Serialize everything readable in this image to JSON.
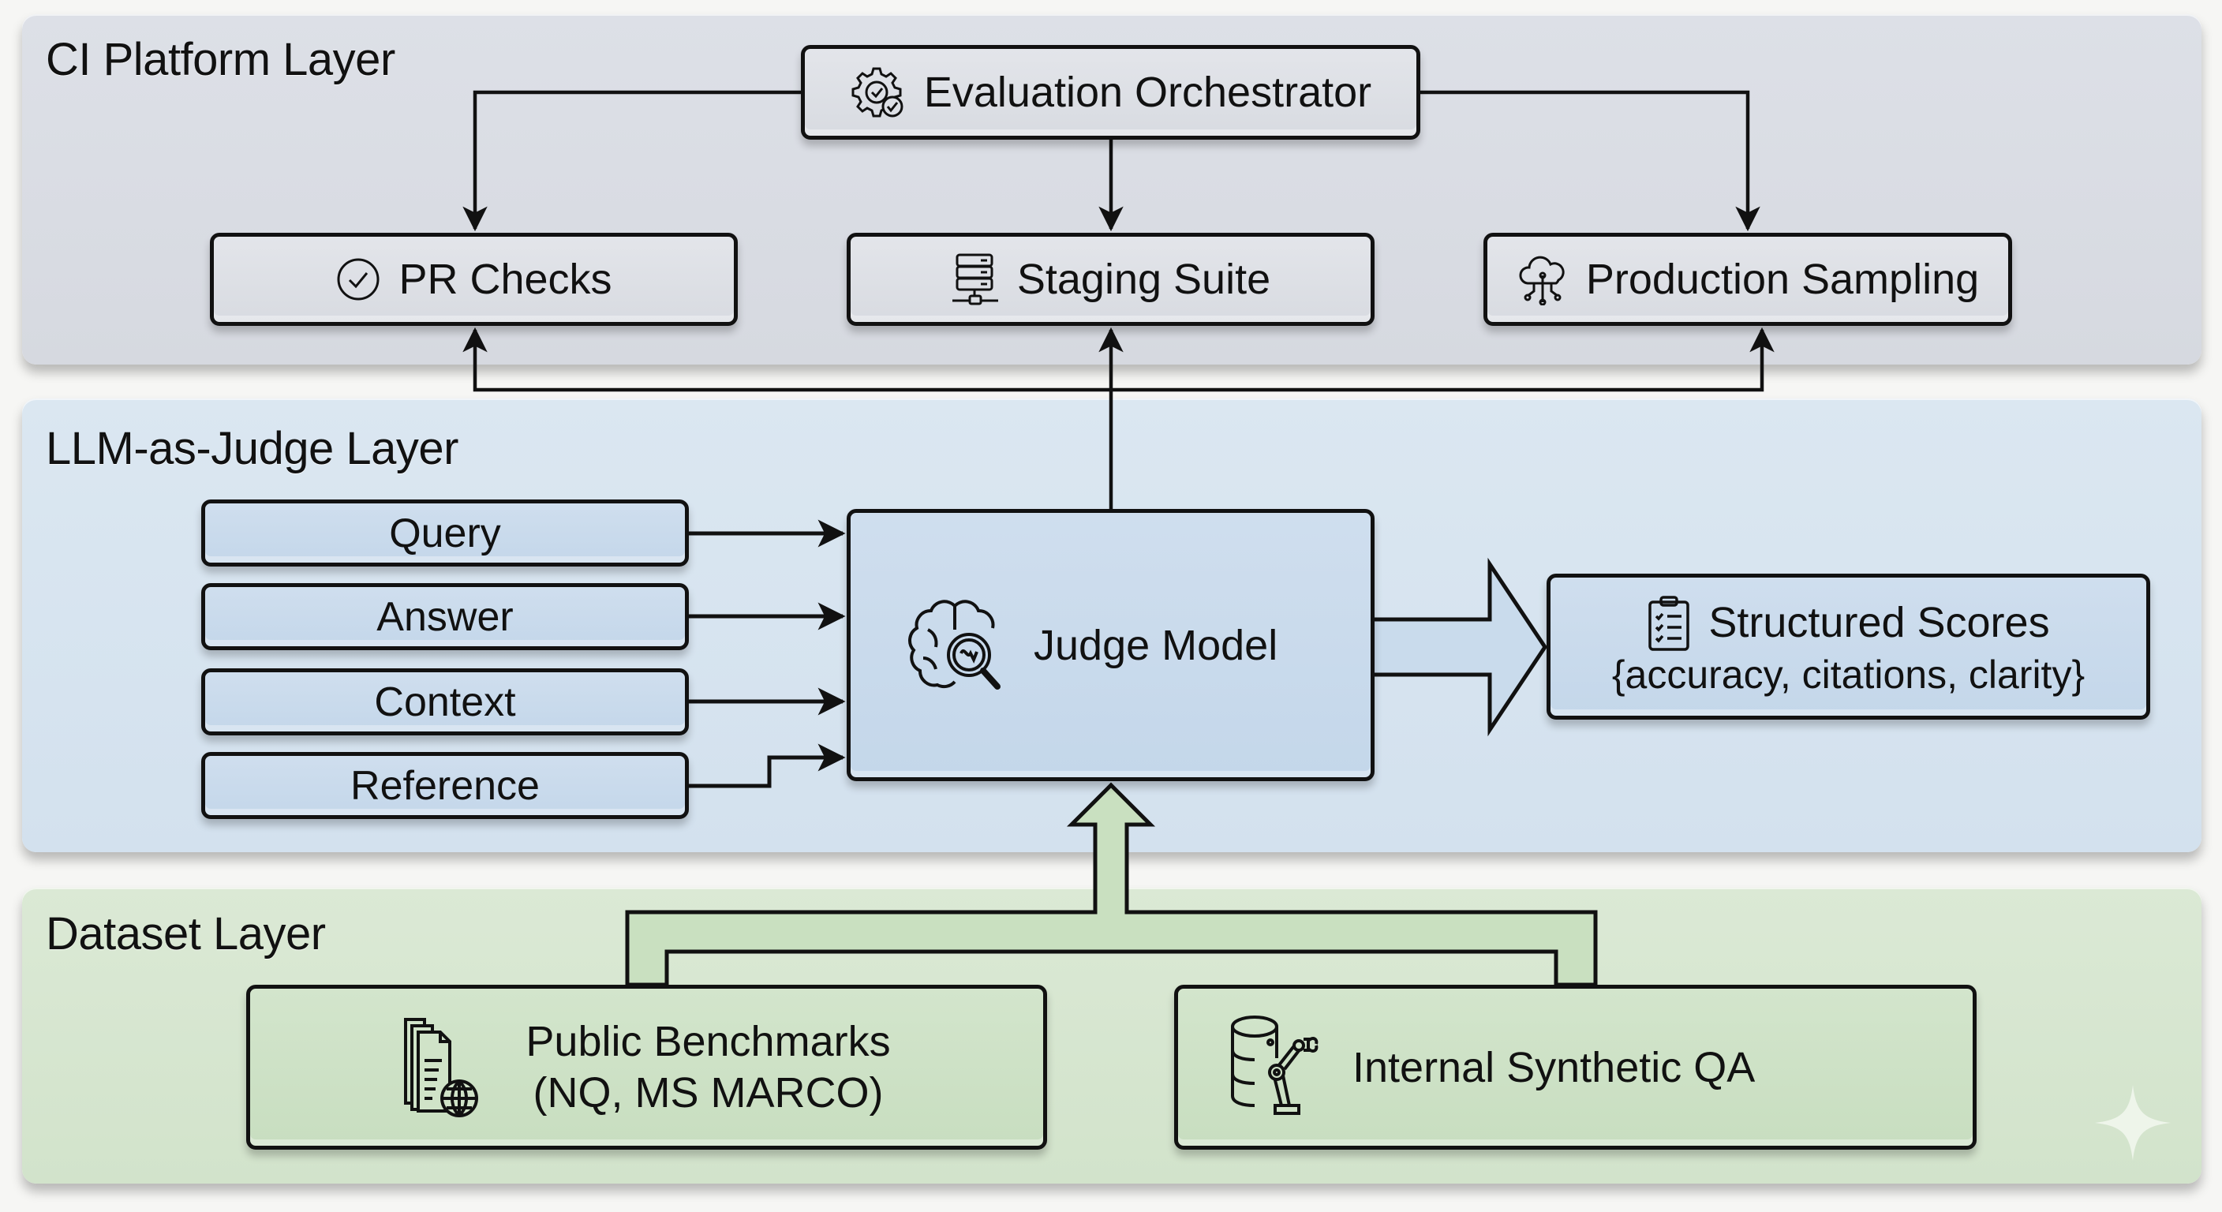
{
  "layers": {
    "ci": {
      "title": "CI Platform Layer",
      "orchestrator": {
        "label": "Evaluation Orchestrator",
        "icon": "gear-check-icon"
      },
      "targets": [
        {
          "label": "PR Checks",
          "icon": "check-circle-icon"
        },
        {
          "label": "Staging Suite",
          "icon": "server-stack-icon"
        },
        {
          "label": "Production Sampling",
          "icon": "cloud-network-icon"
        }
      ]
    },
    "judge": {
      "title": "LLM-as-Judge Layer",
      "inputs": [
        {
          "label": "Query"
        },
        {
          "label": "Answer"
        },
        {
          "label": "Context"
        },
        {
          "label": "Reference"
        }
      ],
      "model": {
        "label": "Judge Model",
        "icon": "brain-magnifier-icon"
      },
      "output": {
        "title": "Structured Scores",
        "fields": "{accuracy, citations, clarity}",
        "icon": "clipboard-checklist-icon"
      }
    },
    "dataset": {
      "title": "Dataset Layer",
      "sources": [
        {
          "line1": "Public Benchmarks",
          "line2": "(NQ, MS MARCO)",
          "icon": "documents-globe-icon"
        },
        {
          "line1": "Internal Synthetic QA",
          "icon": "database-robot-arm-icon"
        }
      ]
    }
  },
  "colors": {
    "ci_bg": "#d9dce3",
    "judge_bg": "#d7e4ef",
    "dataset_bg": "#d6e6d0",
    "stroke": "#111111",
    "judge_node": "#c8daeb",
    "dataset_node": "#cde1c5"
  }
}
